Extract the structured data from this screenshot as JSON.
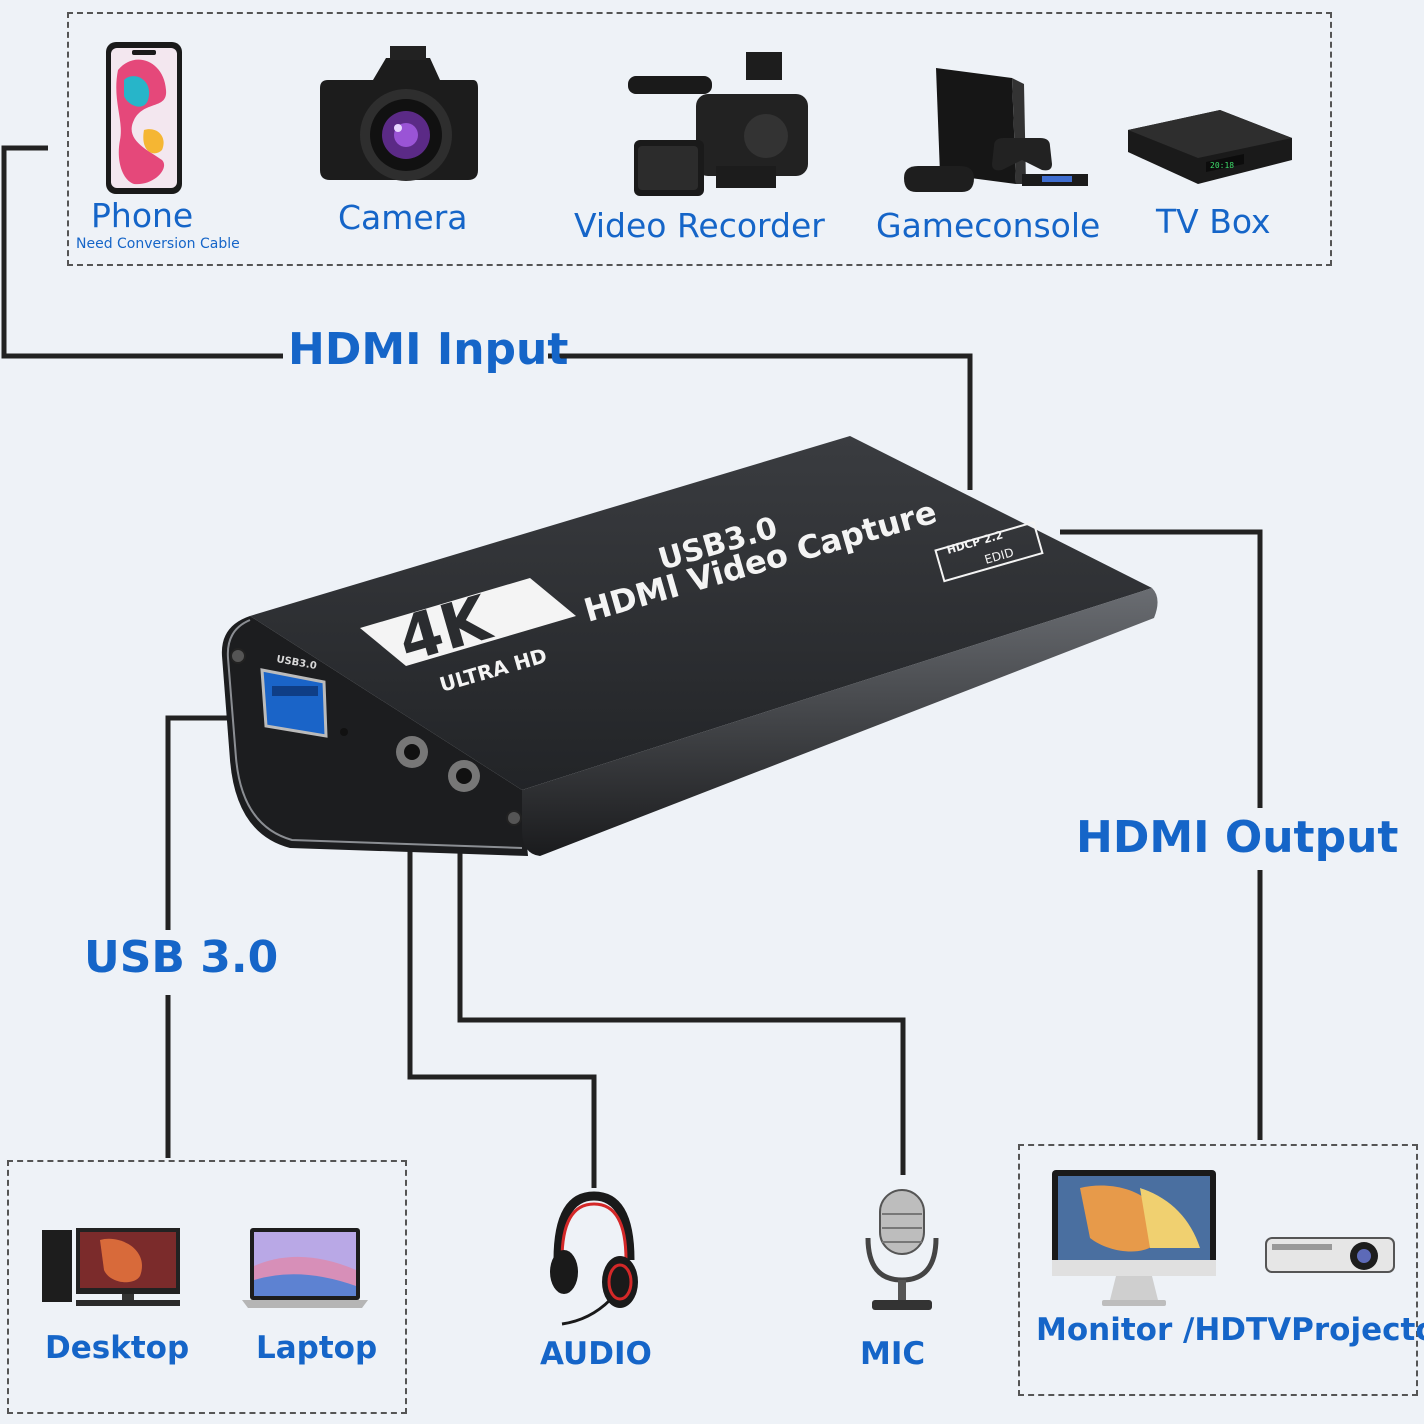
{
  "inputs": {
    "phone": "Phone",
    "phone_note": "Need Conversion Cable",
    "camera": "Camera",
    "video_recorder": "Video Recorder",
    "gameconsole": "Gameconsole",
    "tv_box": "TV Box"
  },
  "hdmi_input": "HDMI Input",
  "hdmi_output": "HDMI Output",
  "usb": "USB 3.0",
  "device": {
    "badge_4k": "4K",
    "badge_ultra": "ULTRA HD",
    "model_line1": "USB3.0",
    "model_line2": "HDMI Video Capture",
    "hdcp": "HDCP 2.2",
    "edid": "EDID",
    "port_label": "USB3.0"
  },
  "pc": {
    "desktop": "Desktop",
    "laptop": "Laptop"
  },
  "audio": "AUDIO",
  "mic": "MIC",
  "display": "Monitor /HDTVProjector",
  "colors": {
    "label_blue": "#1565c8",
    "device_body": "#2b2d30",
    "background": "#eef2f7"
  }
}
